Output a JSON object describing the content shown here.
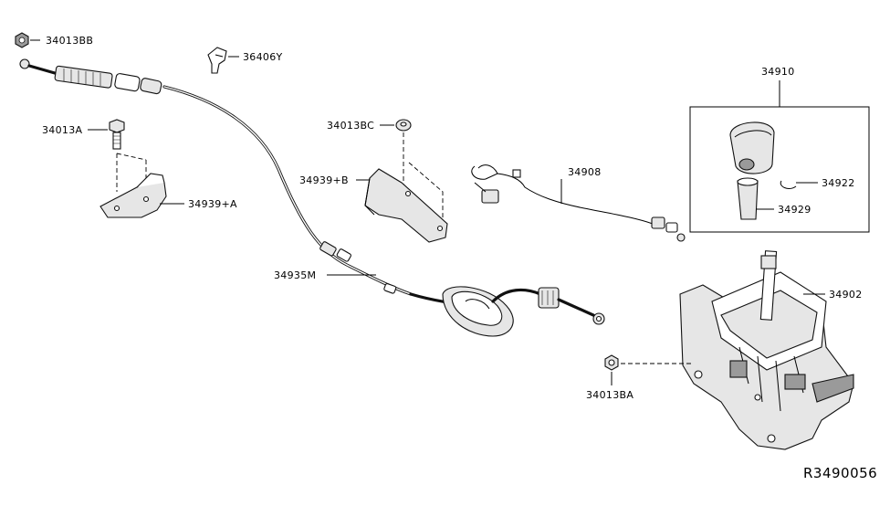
{
  "labels": {
    "p34013BB": "34013BB",
    "p36406Y": "36406Y",
    "p34013A": "34013A",
    "p34939A": "34939+A",
    "p34013BC": "34013BC",
    "p34939B": "34939+B",
    "p34908": "34908",
    "p34910": "34910",
    "p34922": "34922",
    "p34929": "34929",
    "p34935M": "34935M",
    "p34902": "34902",
    "p34013BA": "34013BA"
  },
  "reference_code": "R3490056"
}
